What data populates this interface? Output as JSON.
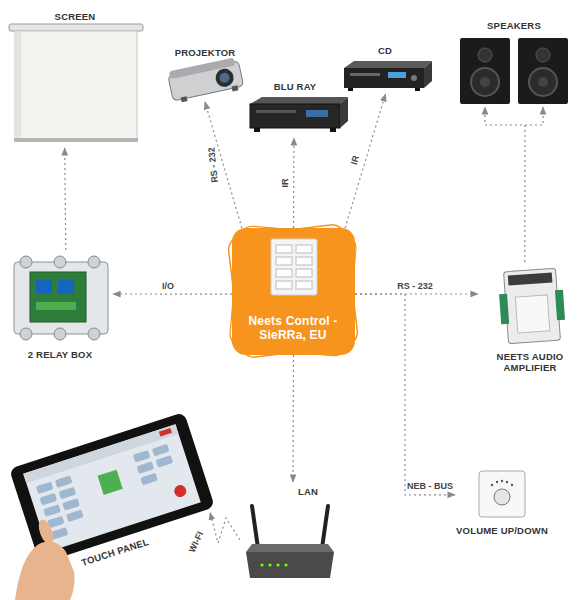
{
  "diagram": {
    "nodes": [
      {
        "text": [
          "SCREEN"
        ]
      },
      {
        "text": [
          "PROJEKTOR"
        ]
      },
      {
        "text": [
          "BLU RAY"
        ]
      },
      {
        "text": [
          "CD"
        ]
      },
      {
        "text": [
          "SPEAKERS"
        ]
      },
      {
        "text": [
          "2 RELAY BOX"
        ]
      },
      {
        "text": [
          "Neets Control - SieRRa, EU"
        ]
      },
      {
        "text": [
          "NEETS AUDIO AMPLIFIER"
        ]
      },
      {
        "text": [
          "VOLUME UP/DOWN"
        ]
      },
      {
        "text": [
          "LAN"
        ]
      },
      {
        "text": [
          "TOUCH PANEL"
        ]
      }
    ],
    "edges": [
      {
        "from": 6,
        "to": 1,
        "label": "RS - 232",
        "arrow": "to"
      },
      {
        "from": 6,
        "to": 2,
        "label": "IR",
        "arrow": "to"
      },
      {
        "from": 6,
        "to": 3,
        "label": "IR",
        "arrow": "to"
      },
      {
        "from": 6,
        "to": 5,
        "label": "I/O",
        "arrow": "to"
      },
      {
        "from": 6,
        "to": 7,
        "label": "RS - 232",
        "arrow": "to"
      },
      {
        "from": 6,
        "to": 8,
        "label": "NEB - BUS",
        "arrow": "to"
      },
      {
        "from": 6,
        "to": 9,
        "arrow": "to"
      },
      {
        "from": 9,
        "to": 10,
        "label": "WI-FI",
        "arrow": "to"
      },
      {
        "from": 5,
        "to": 0,
        "arrow": "to"
      },
      {
        "from": 7,
        "to": 4,
        "arrow": "to"
      }
    ]
  }
}
